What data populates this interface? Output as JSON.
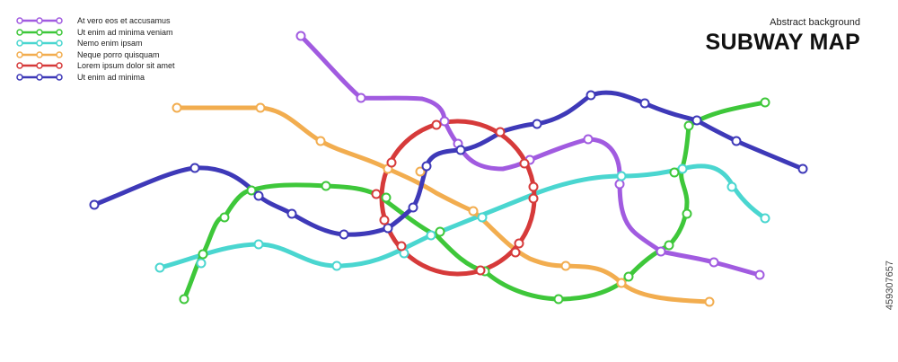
{
  "header": {
    "subtitle": "Abstract background",
    "title": "SUBWAY MAP"
  },
  "legend": [
    {
      "label": "At vero eos et accusamus",
      "color": "#a15be0"
    },
    {
      "label": "Ut enim ad minima veniam",
      "color": "#3ec73a"
    },
    {
      "label": "Nemo enim ipsam",
      "color": "#4ad6d0"
    },
    {
      "label": "Neque porro quisquam",
      "color": "#f2ad4f"
    },
    {
      "label": "Lorem ipsum dolor sit amet",
      "color": "#d63a3a"
    },
    {
      "label": "Ut enim ad minima",
      "color": "#3e39b8"
    }
  ],
  "watermark": {
    "stock_id": "459307657"
  }
}
